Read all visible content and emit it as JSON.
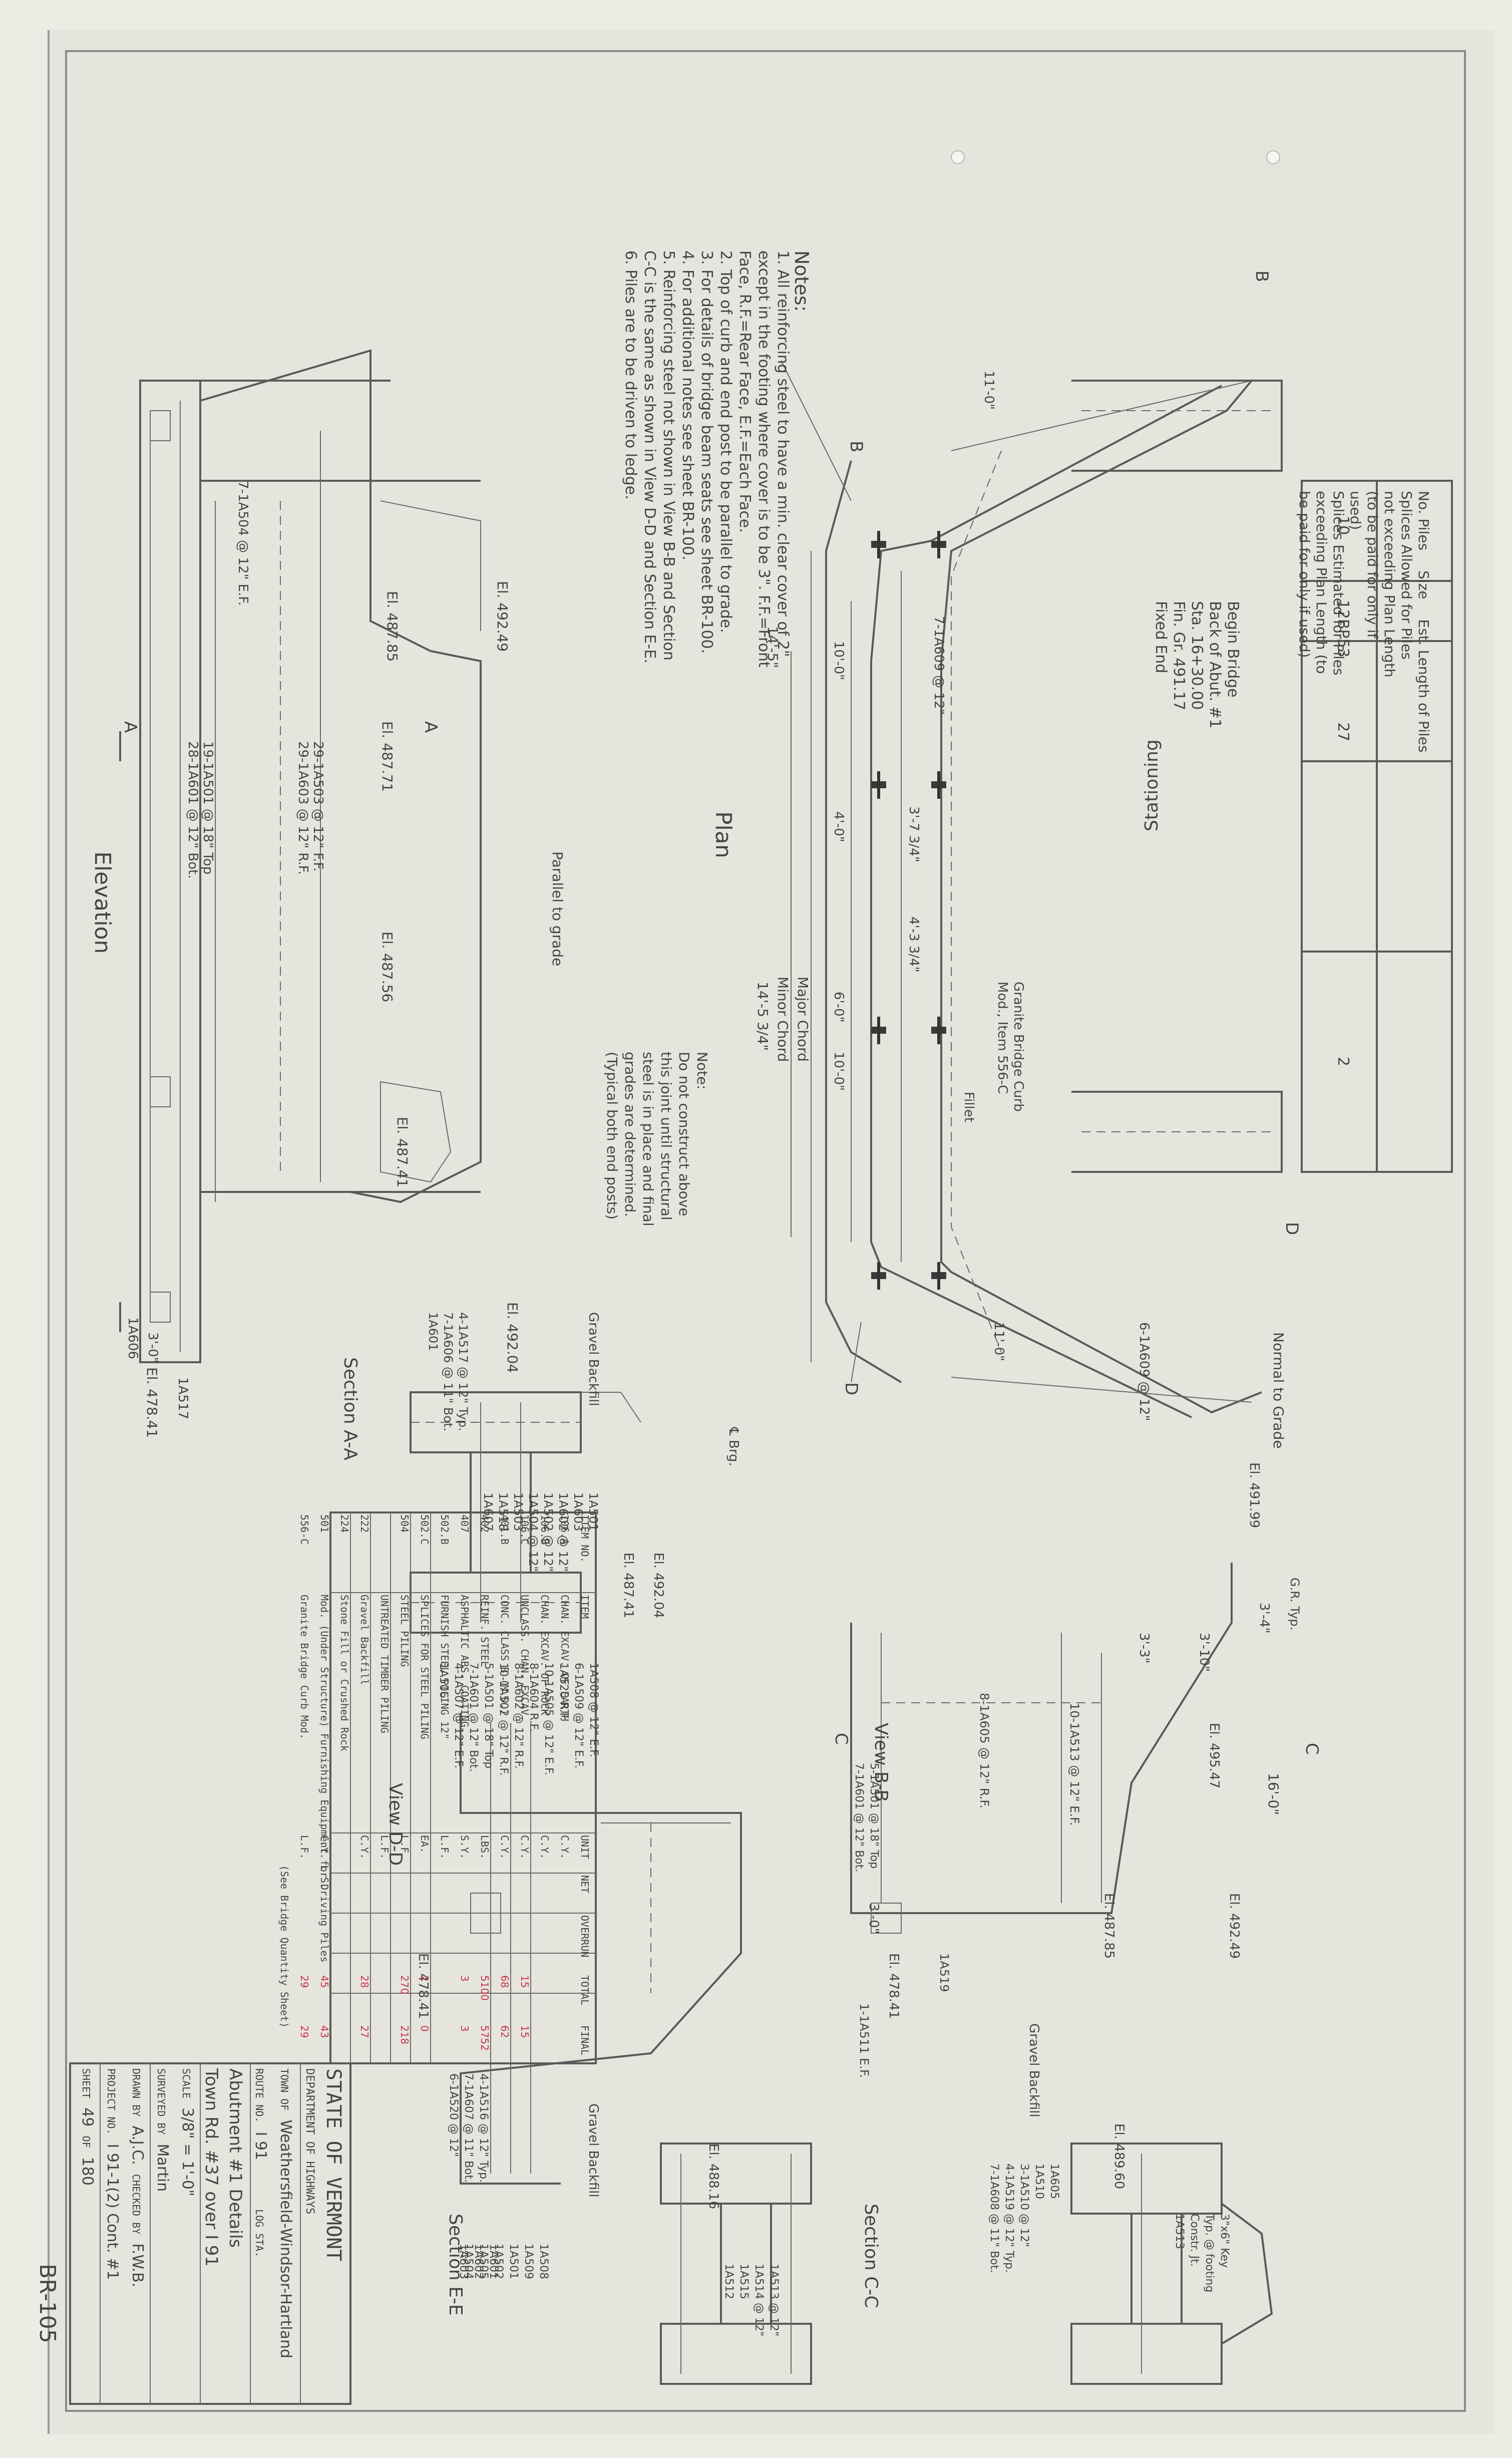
{
  "notes": {
    "title": "Notes:",
    "items": [
      "1. All reinforcing steel to have a min. clear cover of 2\"",
      "except in the footing where cover is to be 3\". F.F.=Front",
      "Face, R.F.=Rear Face, E.F.=Each Face.",
      "2. Top of curb and end post to be parallel to grade.",
      "3. For details of bridge beam seats see sheet BR-100.",
      "4. For additional notes see sheet BR-100.",
      "5. Reinforcing steel not shown in View B-B and Section",
      "C-C is the same as shown in View D-D and Section E-E.",
      "6. Piles are to be driven to ledge."
    ]
  },
  "pile_table": {
    "headers": [
      "No. Piles",
      "Size",
      "Est. Length of Piles",
      "Splices Allowed for Piles not exceeding Plan Length (to be paid for only if used)",
      "Splices Estimated for Piles exceeding Plan Length (to be paid for only if used)"
    ],
    "row": [
      "10",
      "12BP53",
      "27",
      "",
      "2"
    ]
  },
  "begin_bridge": {
    "lines": [
      "Begin Bridge",
      "Back of Abut. #1",
      "Sta. 16+30.00",
      "Fin. Gr. 491.17",
      "Fixed End"
    ]
  },
  "plan": {
    "title": "Plan",
    "stationing": "Stationing",
    "curb_note": [
      "Granite Bridge Curb",
      "Mod., Item 556-C"
    ],
    "fillet": "Fillet",
    "major_chord": "Major Chord",
    "minor_chord": "Minor Chord",
    "dim_14_5": "14'-5\"",
    "dim_14_5_3_4": "14'-5 3/4\"",
    "dim_10_0": "10'-0\"",
    "dim_6_0": "6'-0\"",
    "dim_4_0": "4'-0\"",
    "dim_3_7_3_4": "3'-7 3/4\"",
    "dim_4_3_3_4": "4'-3 3/4\"",
    "dim_11_0": "11'-0\"",
    "bar_7_1a609": "7-1A609 @ 12\"",
    "bar_6_1a609": "6-1A609 @ 12\"",
    "cut_b": "B",
    "cut_d": "D"
  },
  "plan_note": {
    "title": "Note:",
    "lines": [
      "Do not construct above",
      "this joint until structural",
      "steel is in place and final",
      "grades are determined.",
      "(Typical both end posts)"
    ]
  },
  "parallel_to_grade": "Parallel to grade",
  "elevation": {
    "title": "Elevation",
    "el_492_49": "El. 492.49",
    "el_487_85": "El. 487.85",
    "el_487_71": "El. 487.71",
    "el_487_56": "El. 487.56",
    "el_487_41": "El. 487.41",
    "el_478_41": "El. 478.41",
    "bar_7_1a504": "7-1A504 @ 12\" E.F.",
    "bar_29_1a503": "29-1A503 @ 12\" F.F.",
    "bar_29_1a603": "29-1A603 @ 12\" R.F.",
    "bar_19_1a501": "19-1A501 @ 18\" Top",
    "bar_28_1a601": "28-1A601 @ 12\" Bot.",
    "dim_3_0": "3'-0\"",
    "lbl_1a517": "1A517",
    "lbl_1a606": "1A606",
    "cut_a": "A"
  },
  "section_aa": {
    "title": "Section A-A",
    "gravel": "Gravel Backfill",
    "el_492_04": "El. 492.04",
    "bars": [
      "4-1A517 @ 12\" Typ.",
      "7-1A606 @ 11\" Bot.",
      "1A601",
      "1A501",
      "1A603",
      "1A602 @ 12\"",
      "1A502 @ 12\"",
      "1A504 @ 12\"",
      "1A503",
      "1A518",
      "1A607"
    ],
    "cl_brg": "℄ Brg."
  },
  "view_dd": {
    "title": "View D-D",
    "el_487_41": "El. 487.41",
    "el_492_04": "El. 492.04",
    "el_478_41": "El. 478.41",
    "bars": [
      "1A508 @ 12\" E.F.",
      "6-1A509 @ 12\" E.F.",
      "1A520 R.F.",
      "10-1A505 @ 12\" E.F.",
      "8-1A604 R.F.",
      "8-1A602 @ 12\" R.F.",
      "10-1A502 @ 12\" R.F.",
      "5-1A501 @ 18\" Top",
      "7-1A601 @ 12\" Bot.",
      "4-1A507 @ 12\" E.F.",
      "1A506"
    ]
  },
  "view_bb": {
    "title": "View B-B",
    "el_492_49": "El. 492.49",
    "el_495_47": "El. 495.47",
    "el_487_85": "El. 487.85",
    "el_478_41": "El. 478.41",
    "bars": [
      "5-1A501 @ 18\" Top",
      "7-1A601 @ 12\" Bot.",
      "8-1A605 @ 12\" R.F.",
      "10-1A513 @ 12\" E.F.",
      "1A519",
      "1-1A511 E.F."
    ],
    "dims": [
      "16'-0\"",
      "3'-3\"",
      "3'-10\"",
      "3'-4\"",
      "3'-0\""
    ],
    "gr": "G.R. Typ.",
    "cut_c": "C"
  },
  "section_cc": {
    "title": "Section C-C",
    "el_489_60": "El. 489.60",
    "gravel": "Gravel Backfill",
    "labels": [
      "1A605",
      "1A510",
      "3-1A510 @ 12\"",
      "4-1A519 @ 12\" Typ.",
      "7-1A608 @ 11\" Bot.",
      "3\"x6\" Key",
      "Typ. @ footing",
      "Constr. Jt.",
      "1A513",
      "1A513 @ 12\"",
      "1A514 @ 12\"",
      "1A515",
      "1A512"
    ],
    "normal_to_grade": "Normal to Grade",
    "el_491_99": "El. 491.99"
  },
  "section_ee": {
    "title": "Section E-E",
    "el_488_16": "El. 488.16",
    "gravel": "Gravel Backfill",
    "labels": [
      "1A508",
      "1A509",
      "1A501",
      "1A502",
      "1A505",
      "1A504",
      "1A601",
      "1A602",
      "1A603",
      "4-1A516 @ 12\" Typ.",
      "7-1A607 @ 11\" Bot.",
      "6-1A520 @ 12\""
    ]
  },
  "quantities": {
    "headers": [
      "ITEM NO.",
      "ITEM",
      "UNIT",
      "NET",
      "OVERRUN",
      "TOTAL",
      "FINAL"
    ],
    "subheader": "(See Bridge Quantity Sheet)",
    "rows": [
      [
        "106.A",
        "CHAN. EXCAV. OF EARTH",
        "C.Y.",
        "",
        "",
        "",
        ""
      ],
      [
        "106.B",
        "CHAN. EXCAV. OF ROCK",
        "C.Y.",
        "",
        "",
        "",
        ""
      ],
      [
        "106.C",
        "UNCLASS. CHAN. EXCAV.",
        "C.Y.",
        "",
        "",
        "15",
        "15"
      ],
      [
        "401.B",
        "CONC. CLASS B (M.D.)",
        "C.Y.",
        "",
        "",
        "68",
        "62"
      ],
      [
        "402",
        "REINF. STEEL",
        "LBS.",
        "",
        "",
        "5100",
        "5752"
      ],
      [
        "407",
        "ASPHALTIC ABS. COATING",
        "S.Y.",
        "",
        "",
        "3",
        "3"
      ],
      [
        "502.B",
        "FURNISH STEEL PILING 12\"",
        "L.F.",
        "",
        "",
        "",
        ""
      ],
      [
        "502.C",
        "SPLICES FOR STEEL PILING",
        "EA.",
        "",
        "",
        "2",
        "0"
      ],
      [
        "504",
        "STEEL PILING",
        "L.F.",
        "",
        "",
        "270",
        "218"
      ],
      [
        "",
        "UNTREATED TIMBER PILING",
        "L.F.",
        "",
        "",
        "",
        ""
      ],
      [
        "222",
        "Gravel Backfill",
        "C.Y.",
        "",
        "",
        "28",
        "27"
      ],
      [
        "224",
        "Stone Fill or Crushed Rock",
        "",
        "",
        "",
        "",
        ""
      ],
      [
        "501",
        "Mod. (Under Structure) Furnishing Equipment for Driving Piles",
        "C.Y. L.S.",
        "",
        "",
        "45",
        "43"
      ],
      [
        "556-C",
        "Granite Bridge Curb Mod.",
        "L.F.",
        "",
        "",
        "29",
        "29"
      ]
    ]
  },
  "title_block": {
    "state": "STATE OF VERMONT",
    "dept": "DEPARTMENT OF HIGHWAYS",
    "town_label": "TOWN OF",
    "town": "Weathersfield-Windsor-Hartland",
    "route_label": "ROUTE NO.",
    "route": "I 91",
    "log": "LOG STA.",
    "title1": "Abutment #1 Details",
    "title2": "Town Rd. #37 over I 91",
    "scale_label": "SCALE",
    "scale": "3/8\" = 1'-0\"",
    "surveyed": "SURVEYED BY",
    "surveyor": "Martin",
    "drawn": "DRAWN BY",
    "drawer": "A.J.C.",
    "checked": "CHECKED BY",
    "checker": "F.W.B.",
    "project_label": "PROJECT NO.",
    "project": "I 91-1(2) Cont. #1",
    "sheet_label": "SHEET",
    "sheet": "49",
    "of": "OF",
    "sheets": "180",
    "sheet_id": "BR-105"
  },
  "colors": {
    "paper": "#e6e5dd",
    "ink": "#3a3a3a",
    "red_correction": "#c8324a"
  }
}
